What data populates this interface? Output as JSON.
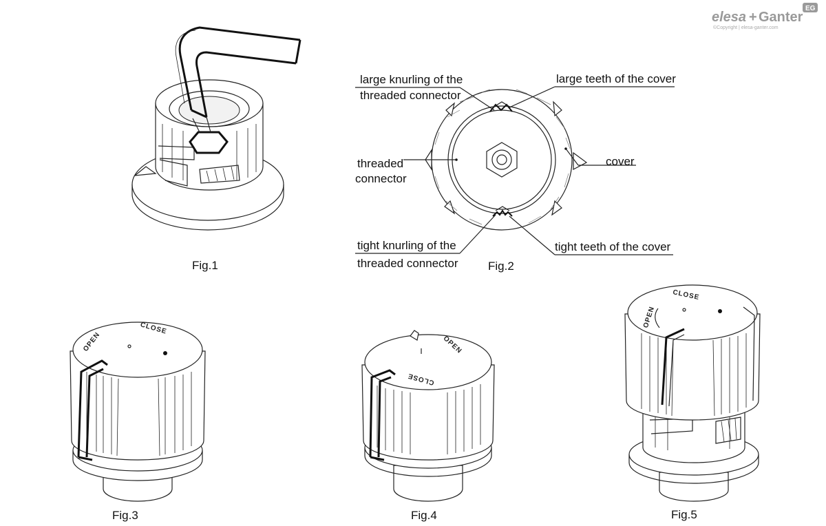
{
  "brand": {
    "name_part1": "elesa",
    "plus": "+",
    "name_part2": "Ganter",
    "badge": "EG",
    "copyright": "©Copyright | elesa-ganter.com"
  },
  "figures": {
    "fig1": "Fig.1",
    "fig2": "Fig.2",
    "fig3": "Fig.3",
    "fig4": "Fig.4",
    "fig5": "Fig.5"
  },
  "labels": {
    "large_knurling_line1": "large knurling of the",
    "large_knurling_line2": "threaded connector",
    "large_teeth": "large teeth of the cover",
    "threaded_connector_line1": "threaded",
    "threaded_connector_line2": "connector",
    "cover": "cover",
    "tight_knurling_line1": "tight knurling of the",
    "tight_knurling_line2": "threaded connector",
    "tight_teeth": "tight teeth of the cover"
  },
  "dial": {
    "open": "OPEN",
    "close": "CLOSE"
  }
}
